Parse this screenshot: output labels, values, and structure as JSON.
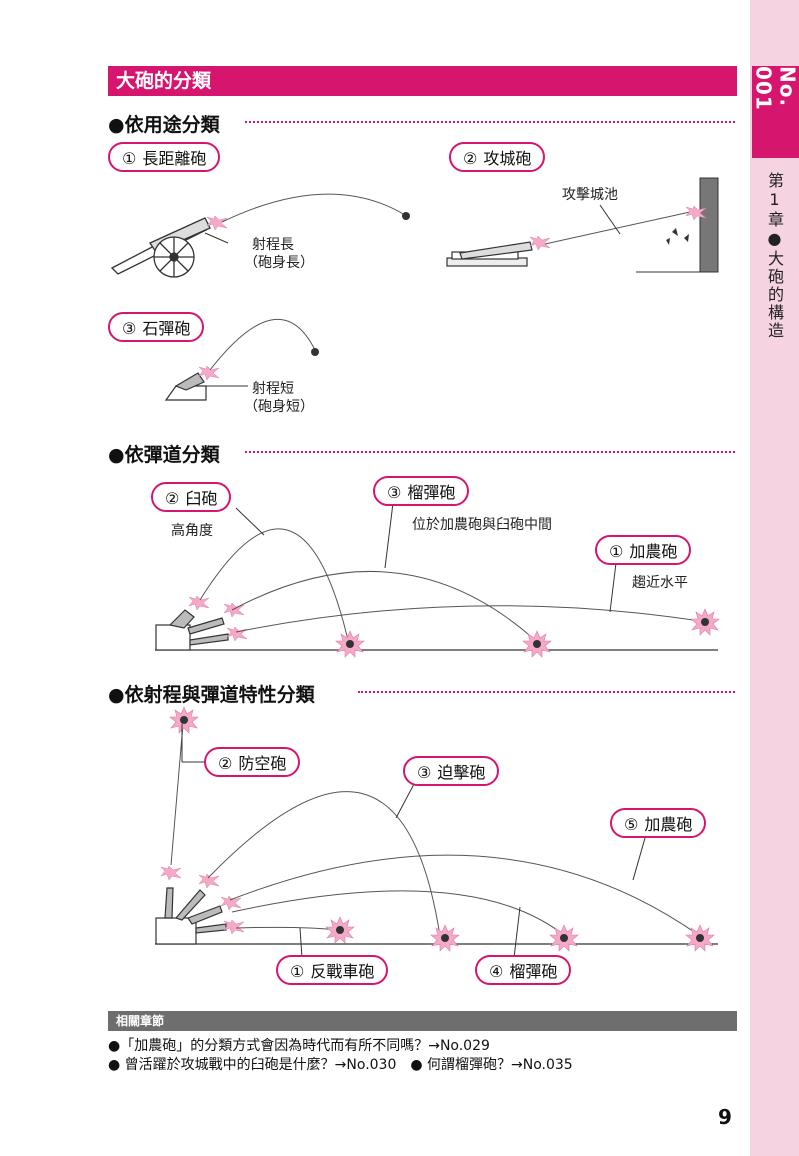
{
  "page_title": "大砲的分類",
  "side_no": "No. 001",
  "side_chapter": "第1章●大砲的構造",
  "sections": {
    "s1": "●依用途分類",
    "s2": "●依彈道分類",
    "s3": "●依射程與彈道特性分類"
  },
  "usage": {
    "c1": {
      "num": "①",
      "label": "長距離砲"
    },
    "c2": {
      "num": "②",
      "label": "攻城砲"
    },
    "c3": {
      "num": "③",
      "label": "石彈砲"
    },
    "note_long_1": "射程長",
    "note_long_2": "（砲身長）",
    "note_siege": "攻擊城池",
    "note_short_1": "射程短",
    "note_short_2": "（砲身短）"
  },
  "trajectory": {
    "c1": {
      "num": "②",
      "label": "臼砲"
    },
    "c2": {
      "num": "③",
      "label": "榴彈砲"
    },
    "c3": {
      "num": "①",
      "label": "加農砲"
    },
    "note_high": "高角度",
    "note_mid": "位於加農砲與臼砲中間",
    "note_flat": "趨近水平"
  },
  "range": {
    "c1": {
      "num": "②",
      "label": "防空砲"
    },
    "c2": {
      "num": "③",
      "label": "迫擊砲"
    },
    "c3": {
      "num": "⑤",
      "label": "加農砲"
    },
    "c4": {
      "num": "①",
      "label": "反戰車砲"
    },
    "c5": {
      "num": "④",
      "label": "榴彈砲"
    }
  },
  "related": {
    "header": "相關章節",
    "line1": "●「加農砲」的分類方式會因為時代而有所不同嗎？→No.029",
    "line2": "● 曾活躍於攻城戰中的臼砲是什麼？→No.030　● 何謂榴彈砲？→No.035"
  },
  "page_number": "9",
  "colors": {
    "accent": "#d6156f",
    "side": "#f6d3e1",
    "burst": "#f4a9c8"
  }
}
